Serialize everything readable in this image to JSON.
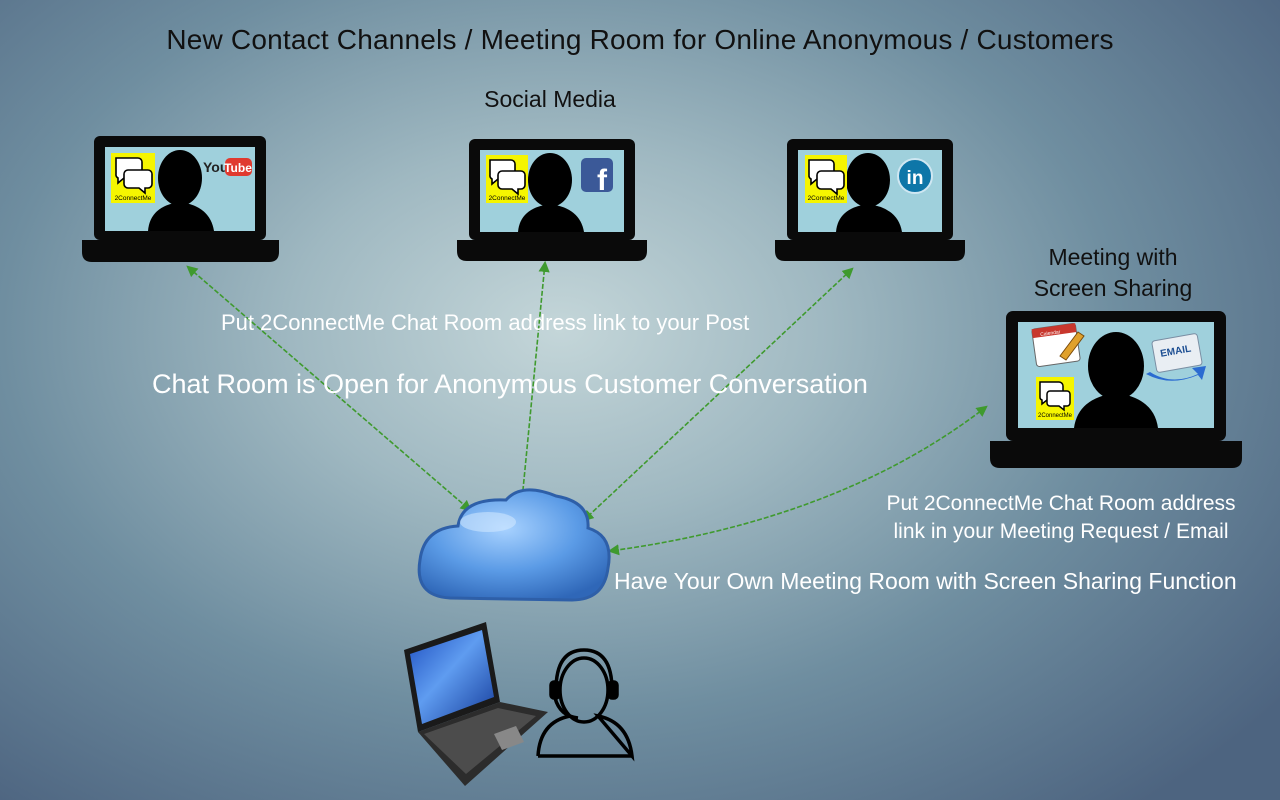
{
  "title": "New Contact Channels / Meeting Room for Online Anonymous / Customers",
  "social_media_label": "Social Media",
  "meeting_label_line1": "Meeting with",
  "meeting_label_line2": "Screen Sharing",
  "post_link_text": "Put 2ConnectMe Chat Room address link to your Post",
  "chat_room_text": "Chat Room is Open for Anonymous Customer Conversation",
  "meeting_request_line1": "Put 2ConnectMe Chat Room address",
  "meeting_request_line2": "link in your Meeting Request / Email",
  "own_room_text": "Have Your Own Meeting Room with Screen Sharing Function",
  "brand_badge_text": "2ConnectMe",
  "youtube_text": "You",
  "youtube_tube_text": "Tube",
  "facebook_text": "f",
  "linkedin_text": "in",
  "email_text": "EMAIL",
  "calendar_text": "Calendar",
  "colors": {
    "arrow": "#3f9a2e",
    "screen": "#9fd0dc",
    "badge": "#f5f500",
    "cloud": "#4f8fdc",
    "youtube": "#e03a2f",
    "facebook": "#3b5998",
    "linkedin": "#0e76a8"
  }
}
